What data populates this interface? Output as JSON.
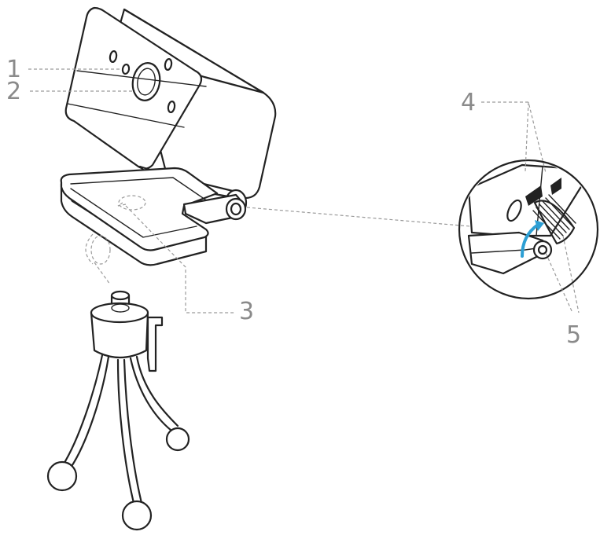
{
  "callouts": [
    {
      "id": "1",
      "label": "1"
    },
    {
      "id": "2",
      "label": "2"
    },
    {
      "id": "3",
      "label": "3"
    },
    {
      "id": "4",
      "label": "4"
    },
    {
      "id": "5",
      "label": "5"
    }
  ],
  "colors": {
    "outline": "#222222",
    "leader": "#9a9a9a",
    "label": "#8a8a8a",
    "accent_arrow": "#2d9fd4"
  }
}
